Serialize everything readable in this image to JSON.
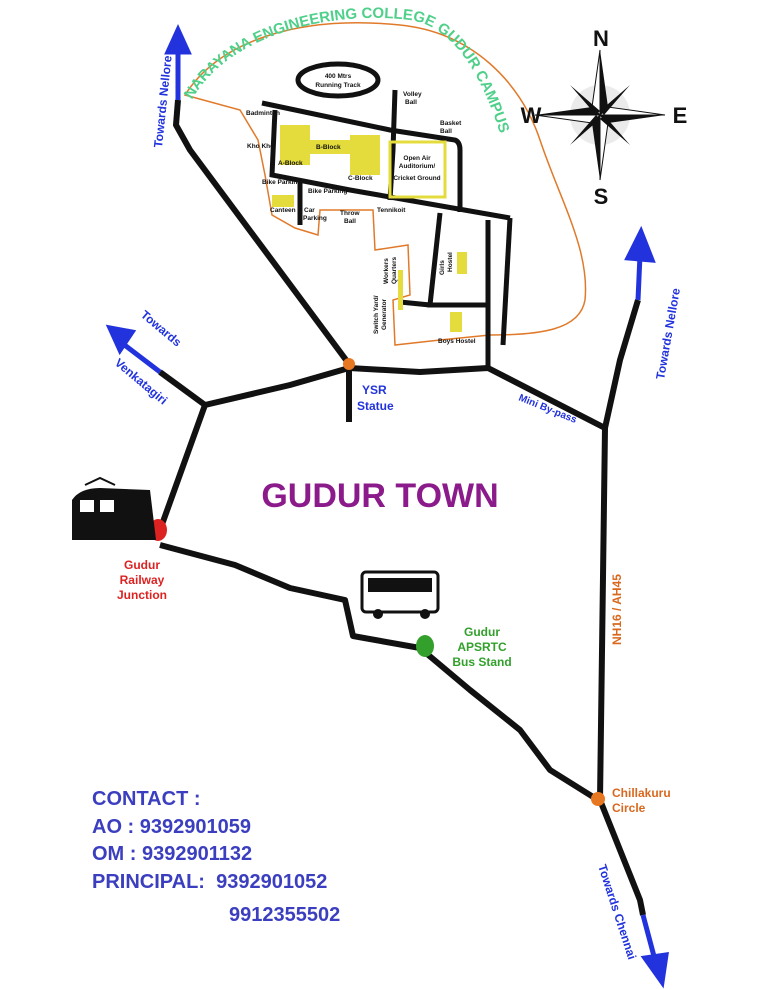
{
  "title": "GUDUR TOWN",
  "campus_name": "NARAYANA ENGINEERING COLLEGE GUDUR CAMPUS",
  "compass": {
    "n": "N",
    "s": "S",
    "e": "E",
    "w": "W"
  },
  "campus_labels": {
    "track": [
      "400 Mtrs",
      "Running Track"
    ],
    "badminton": "Badminton",
    "kho_kho": "Kho Kho",
    "a_block": "A-Block",
    "b_block": "B-Block",
    "c_block": "C-Block",
    "volley": [
      "Volley",
      "Ball"
    ],
    "basket": [
      "Basket",
      "Ball"
    ],
    "auditorium": [
      "Open Air",
      "Auditorium/",
      "Cricket Ground"
    ],
    "bike_parking_1": "Bike Parking",
    "bike_parking_2": "Bike Parking",
    "canteen": "Canteen",
    "car_parking": [
      "Car",
      "Parking"
    ],
    "throw_ball": [
      "Throw",
      "Ball"
    ],
    "tennikoit": "Tennikoit",
    "workers": [
      "Workers",
      "Quarters"
    ],
    "switch_yard": [
      "Switch Yard/",
      "Generator"
    ],
    "girls_hostel": [
      "Girls",
      "Hostel"
    ],
    "boys_hostel": "Boys Hostel"
  },
  "places": {
    "towards_nellore_1": "Towards Nellore",
    "towards_nellore_2": "Towards Nellore",
    "towards_venkatagiri": [
      "Towards",
      "Venkatagiri"
    ],
    "ysr_statue": [
      "YSR",
      "Statue"
    ],
    "mini_bypass": "Mini By-pass",
    "railway": [
      "Gudur",
      "Railway",
      "Junction"
    ],
    "bus_stand": [
      "Gudur",
      "APSRTC",
      "Bus Stand"
    ],
    "highway": "NH16 / AH45",
    "chillakuru": [
      "Chillakuru",
      "Circle"
    ],
    "towards_chennai": "Towards Chennai"
  },
  "contact": {
    "heading": "CONTACT :",
    "ao_label": "AO :",
    "ao": "9392901059",
    "om_label": "OM :",
    "om": "9392901132",
    "principal_label": "PRINCIPAL:",
    "principal": "9392901052",
    "principal_alt": "9912355502"
  },
  "colors": {
    "road": "#111111",
    "arrow": "#2233dd",
    "title": "#8b1a8b",
    "campus": "#e07a2a",
    "building": "#e3dc3c",
    "campus_name": "#4fd08a",
    "railway": "#dd2222",
    "bus": "#33a02c",
    "contact": "#3b3fbf"
  }
}
